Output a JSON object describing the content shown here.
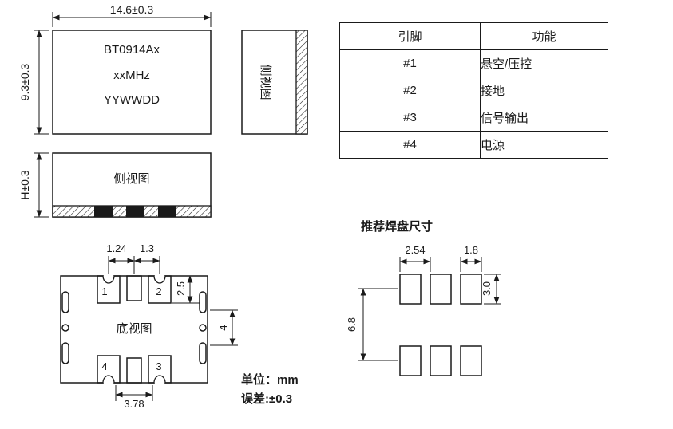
{
  "colors": {
    "ink": "#1a1a1a",
    "background": "#ffffff"
  },
  "top_view": {
    "width_dim": "14.6±0.3",
    "height_dim": "9.3±0.3",
    "marking_line1": "BT0914Ax",
    "marking_line2": "xxMHz",
    "marking_line3": "YYWWDD"
  },
  "side_view_right": {
    "label": "侧视图"
  },
  "side_view_front": {
    "label": "侧视图",
    "height_dim": "H±0.3"
  },
  "bottom_view": {
    "label": "底视图",
    "dims": {
      "pad_offset_left": "1.24",
      "pad_offset_right": "1.3",
      "pad_height": "2.5",
      "center_offset": "4",
      "bottom_span": "3.78"
    },
    "pins": {
      "p1": "1",
      "p2": "2",
      "p3": "3",
      "p4": "4"
    }
  },
  "pin_table": {
    "headers": {
      "pin": "引脚",
      "function": "功能"
    },
    "rows": [
      {
        "pin": "#1",
        "function": "悬空/压控"
      },
      {
        "pin": "#2",
        "function": "接地"
      },
      {
        "pin": "#3",
        "function": "信号输出"
      },
      {
        "pin": "#4",
        "function": "电源"
      }
    ]
  },
  "pad_layout": {
    "title": "推荐焊盘尺寸",
    "dims": {
      "pitch": "2.54",
      "pad_width": "1.8",
      "pad_height": "3.0",
      "row_gap": "6.8"
    }
  },
  "notes": {
    "unit": "单位：mm",
    "tolerance": "误差:±0.3"
  }
}
